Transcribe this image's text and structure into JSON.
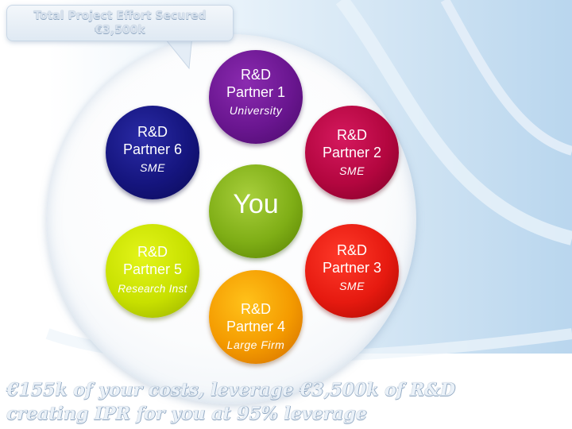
{
  "callout": {
    "line1": "Total Project Effort Secured",
    "line2": "€3,500k"
  },
  "center": {
    "label": "You"
  },
  "partners": [
    {
      "title_line1": "R&D",
      "title_line2": "Partner 1",
      "type": "University"
    },
    {
      "title_line1": "R&D",
      "title_line2": "Partner 2",
      "type": "SME"
    },
    {
      "title_line1": "R&D",
      "title_line2": "Partner 3",
      "type": "SME"
    },
    {
      "title_line1": "R&D",
      "title_line2": "Partner 4",
      "type": "Large Firm"
    },
    {
      "title_line1": "R&D",
      "title_line2": "Partner 5",
      "type": "Research Inst"
    },
    {
      "title_line1": "R&D",
      "title_line2": "Partner 6",
      "type": "SME"
    }
  ],
  "tagline": {
    "line1": "€155k of your costs, leverage €3,500k of R&D",
    "line2": "creating IPR for you at 95% leverage"
  },
  "colors": {
    "partner1": "#6a1690",
    "partner2": "#b3063f",
    "partner3": "#e61a10",
    "partner4": "#f49a00",
    "partner5": "#c8e000",
    "partner6": "#15157e",
    "you": "#7fae16",
    "background_accent": "#cfe3f3"
  }
}
